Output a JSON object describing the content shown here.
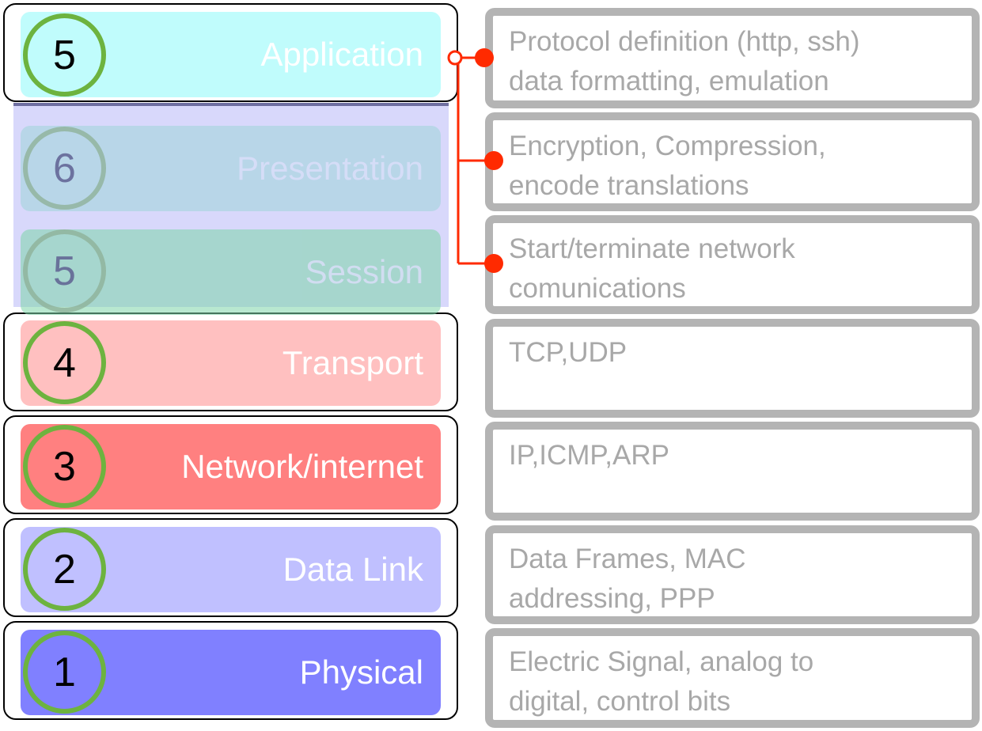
{
  "layers": [
    {
      "num": "5",
      "name": "Application",
      "color": "#c0fcfc"
    },
    {
      "num": "6",
      "name": "Presentation",
      "color": "#9fd6d9"
    },
    {
      "num": "5",
      "name": "Session",
      "color": "#7ed6a9"
    },
    {
      "num": "4",
      "name": "Transport",
      "color": "#ffc0c0"
    },
    {
      "num": "3",
      "name": "Network/internet",
      "color": "#ff8080"
    },
    {
      "num": "2",
      "name": "Data Link",
      "color": "#c0c0ff"
    },
    {
      "num": "1",
      "name": "Physical",
      "color": "#8080ff"
    }
  ],
  "descriptions": [
    {
      "line1": "Protocol definition (http, ssh)",
      "line2": "data formatting, emulation"
    },
    {
      "line1": "Encryption, Compression,",
      "line2": "encode translations"
    },
    {
      "line1": "Start/terminate network",
      "line2": "comunications"
    },
    {
      "line1": "TCP,UDP",
      "line2": ""
    },
    {
      "line1": "IP,ICMP,ARP",
      "line2": ""
    },
    {
      "line1": "Data Frames, MAC",
      "line2": "addressing, PPP"
    },
    {
      "line1": "Electric Signal, analog to",
      "line2": "digital, control bits"
    }
  ],
  "colors": {
    "badge_ring": "#6db33f",
    "connector": "#ff2a00",
    "description_border": "#b4b4b4",
    "overlay": "#d8d8fb"
  }
}
